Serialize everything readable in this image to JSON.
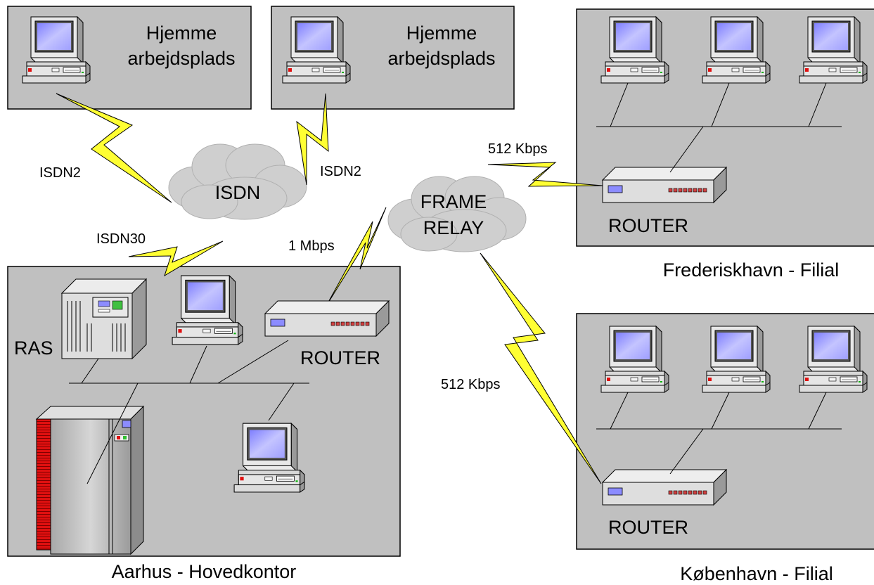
{
  "labels": {
    "home1": [
      "Hjemme",
      "arbejdsplads"
    ],
    "home2": [
      "Hjemme",
      "arbejdsplads"
    ],
    "isdn_cloud": "ISDN",
    "frame_relay": [
      "FRAME",
      "RELAY"
    ],
    "isdn2_left": "ISDN2",
    "isdn2_right": "ISDN2",
    "isdn30": "ISDN30",
    "mbps1": "1 Mbps",
    "kbps_top": "512 Kbps",
    "kbps_bottom": "512 Kbps",
    "ras": "RAS",
    "router_hq": "ROUTER",
    "router_fred": "ROUTER",
    "router_kbh": "ROUTER",
    "hq_caption": "Aarhus - Hovedkontor",
    "fred_caption": "Frederiskhavn - Filial",
    "kbh_caption": "København - Filial"
  },
  "colors": {
    "panel": "#c0c0c0",
    "lightning": "#ffff33",
    "screen": "#a9a9ff",
    "cloud": "#cfcfcf",
    "server_red": "#e01010"
  }
}
